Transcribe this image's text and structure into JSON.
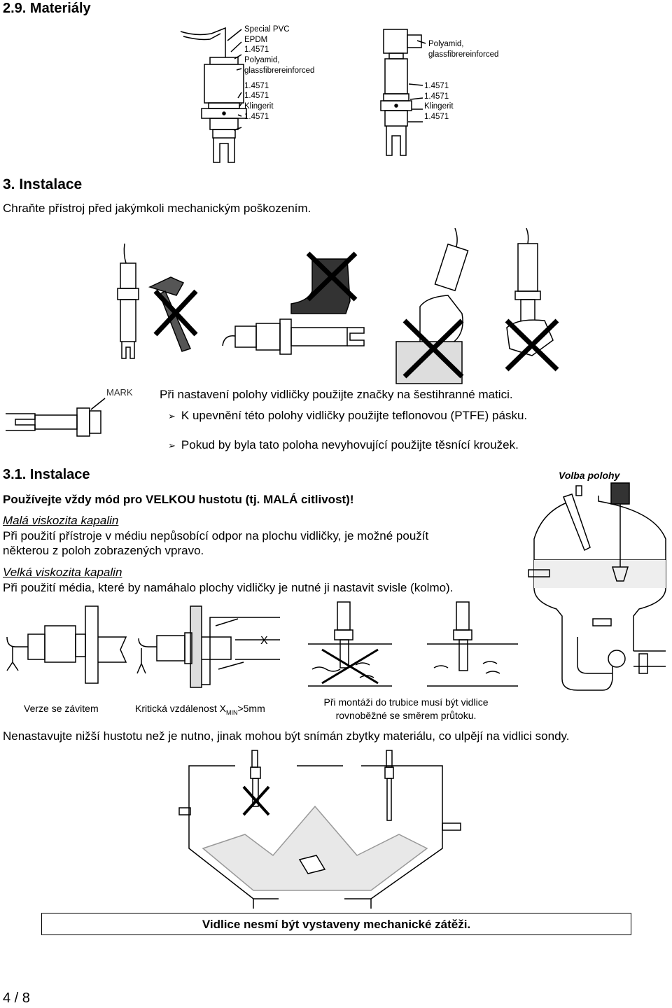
{
  "section_materials": {
    "title": "2.9. Materiály"
  },
  "materials_left": [
    "Special PVC",
    "EPDM",
    "1.4571",
    "Polyamid,",
    "glassfibrereinforced",
    "1.4571",
    "1.4571",
    "Klingerit",
    "1.4571"
  ],
  "materials_right": [
    "Polyamid,",
    "glassfibrereinforced",
    "1.4571",
    "1.4571",
    "Klingerit",
    "1.4571"
  ],
  "section_install": {
    "title": "3. Instalace",
    "intro": "Chraňte přístroj před jakýmkoli mechanickým poškozením."
  },
  "mark": {
    "label": "MARK",
    "line1": "Při nastavení polohy vidličky použijte značky na šestihranné matici.",
    "bullet1": "K upevnění této polohy vidličky použijte teflonovou (PTFE) pásku.",
    "bullet2": "Pokud by byla tato poloha nevyhovující použijte těsnící kroužek."
  },
  "subsection": {
    "title": "3.1. Instalace",
    "mode": "Používejte vždy mód pro VELKOU hustotu (tj. MALÁ citlivost)!",
    "low_visc_title": "Malá viskozita kapalin",
    "low_visc_text1": "Při použití přístroje v médiu nepůsobící odpor na plochu vidličky, je možné použít",
    "low_visc_text2": "některou z poloh zobrazených vpravo.",
    "high_visc_title": "Velká viskozita kapalin",
    "high_visc_text": "Při použití média, které by namáhalo plochy vidličky je nutné ji nastavit svisle (kolmo)."
  },
  "volba_polohy": "Volba polohy",
  "captions": {
    "thread": "Verze se závitem",
    "critical_prefix": "Kritická vzdálenost X",
    "critical_sub": "MIN",
    "critical_suffix": ">5mm",
    "pipe_line1": "Při montáži do trubice musí být vidlice",
    "pipe_line2": "rovnoběžné se směrem průtoku."
  },
  "x_label": "X",
  "warning_density": "Nenastavujte nižší hustotu než je nutno, jinak mohou být snímán zbytky materiálu, co ulpějí na vidlici sondy.",
  "notice_box": "Vidlice nesmí být vystaveny mechanické zátěži.",
  "page_number": "4 / 8"
}
